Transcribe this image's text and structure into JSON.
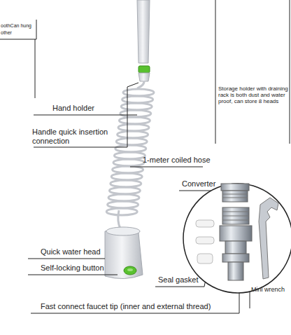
{
  "diagram": {
    "labels": [
      "oothCan hung",
      "other",
      "Hand holder",
      "Handle quick insertion connection",
      "Storage holder with draining rack is both dust and water proof, can store 8 heads",
      "1-meter coiled hose",
      "Converter",
      "Quick water head",
      "Self-locking button",
      "Seal gasket",
      "Mini wrench",
      "Fast connect faucet tip (inner and external thread)"
    ]
  }
}
